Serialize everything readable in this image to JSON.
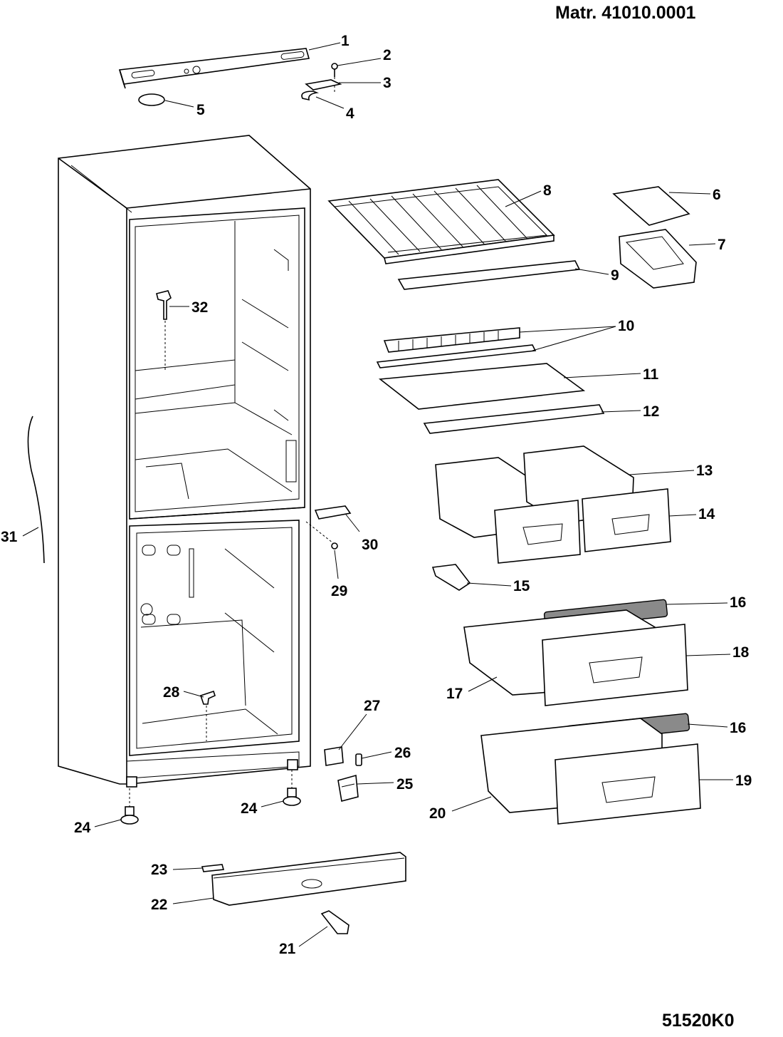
{
  "header": {
    "material_number": "Matr. 41010.0001"
  },
  "footer": {
    "drawing_code": "51520K0"
  },
  "callouts": [
    {
      "id": "c1",
      "label": "1"
    },
    {
      "id": "c2",
      "label": "2"
    },
    {
      "id": "c3",
      "label": "3"
    },
    {
      "id": "c4",
      "label": "4"
    },
    {
      "id": "c5",
      "label": "5"
    },
    {
      "id": "c6",
      "label": "6"
    },
    {
      "id": "c7",
      "label": "7"
    },
    {
      "id": "c8",
      "label": "8"
    },
    {
      "id": "c9",
      "label": "9"
    },
    {
      "id": "c10",
      "label": "10"
    },
    {
      "id": "c11",
      "label": "11"
    },
    {
      "id": "c12",
      "label": "12"
    },
    {
      "id": "c13",
      "label": "13"
    },
    {
      "id": "c14",
      "label": "14"
    },
    {
      "id": "c15",
      "label": "15"
    },
    {
      "id": "c16a",
      "label": "16"
    },
    {
      "id": "c16b",
      "label": "16"
    },
    {
      "id": "c17",
      "label": "17"
    },
    {
      "id": "c18",
      "label": "18"
    },
    {
      "id": "c19",
      "label": "19"
    },
    {
      "id": "c20",
      "label": "20"
    },
    {
      "id": "c21",
      "label": "21"
    },
    {
      "id": "c22",
      "label": "22"
    },
    {
      "id": "c23",
      "label": "23"
    },
    {
      "id": "c24a",
      "label": "24"
    },
    {
      "id": "c24b",
      "label": "24"
    },
    {
      "id": "c25",
      "label": "25"
    },
    {
      "id": "c26",
      "label": "26"
    },
    {
      "id": "c27",
      "label": "27"
    },
    {
      "id": "c28",
      "label": "28"
    },
    {
      "id": "c29",
      "label": "29"
    },
    {
      "id": "c30",
      "label": "30"
    },
    {
      "id": "c31",
      "label": "31"
    },
    {
      "id": "c32",
      "label": "32"
    }
  ]
}
